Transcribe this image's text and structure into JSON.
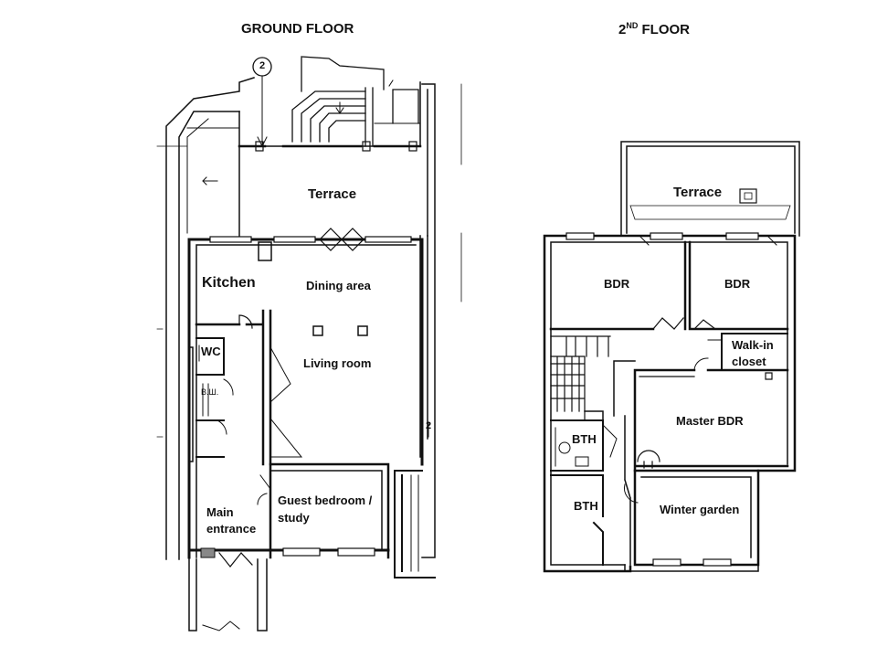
{
  "headings": {
    "ground_floor": "GROUND FLOOR",
    "second_floor_num": "2",
    "second_floor_sup": "ND",
    "second_floor_word": " FLOOR"
  },
  "ground_floor": {
    "terrace": "Terrace",
    "kitchen": "Kitchen",
    "dining_area": "Dining area",
    "living_room": "Living room",
    "wc": "WC",
    "storage_mark": "B.Ш.",
    "main_entrance_line1": "Main",
    "main_entrance_line2": "entrance",
    "guest_bedroom_line1": "Guest bedroom /",
    "guest_bedroom_line2": "study",
    "section_mark_top": "2",
    "section_mark_side": "2"
  },
  "second_floor": {
    "terrace": "Terrace",
    "bdr_left": "BDR",
    "bdr_right": "BDR",
    "walk_in_line1": "Walk-in",
    "walk_in_line2": "closet",
    "master_bdr": "Master BDR",
    "bth_upper": "BTH",
    "bth_lower": "BTH",
    "winter_garden": "Winter garden"
  },
  "colors": {
    "ink": "#111111",
    "background": "#ffffff"
  }
}
